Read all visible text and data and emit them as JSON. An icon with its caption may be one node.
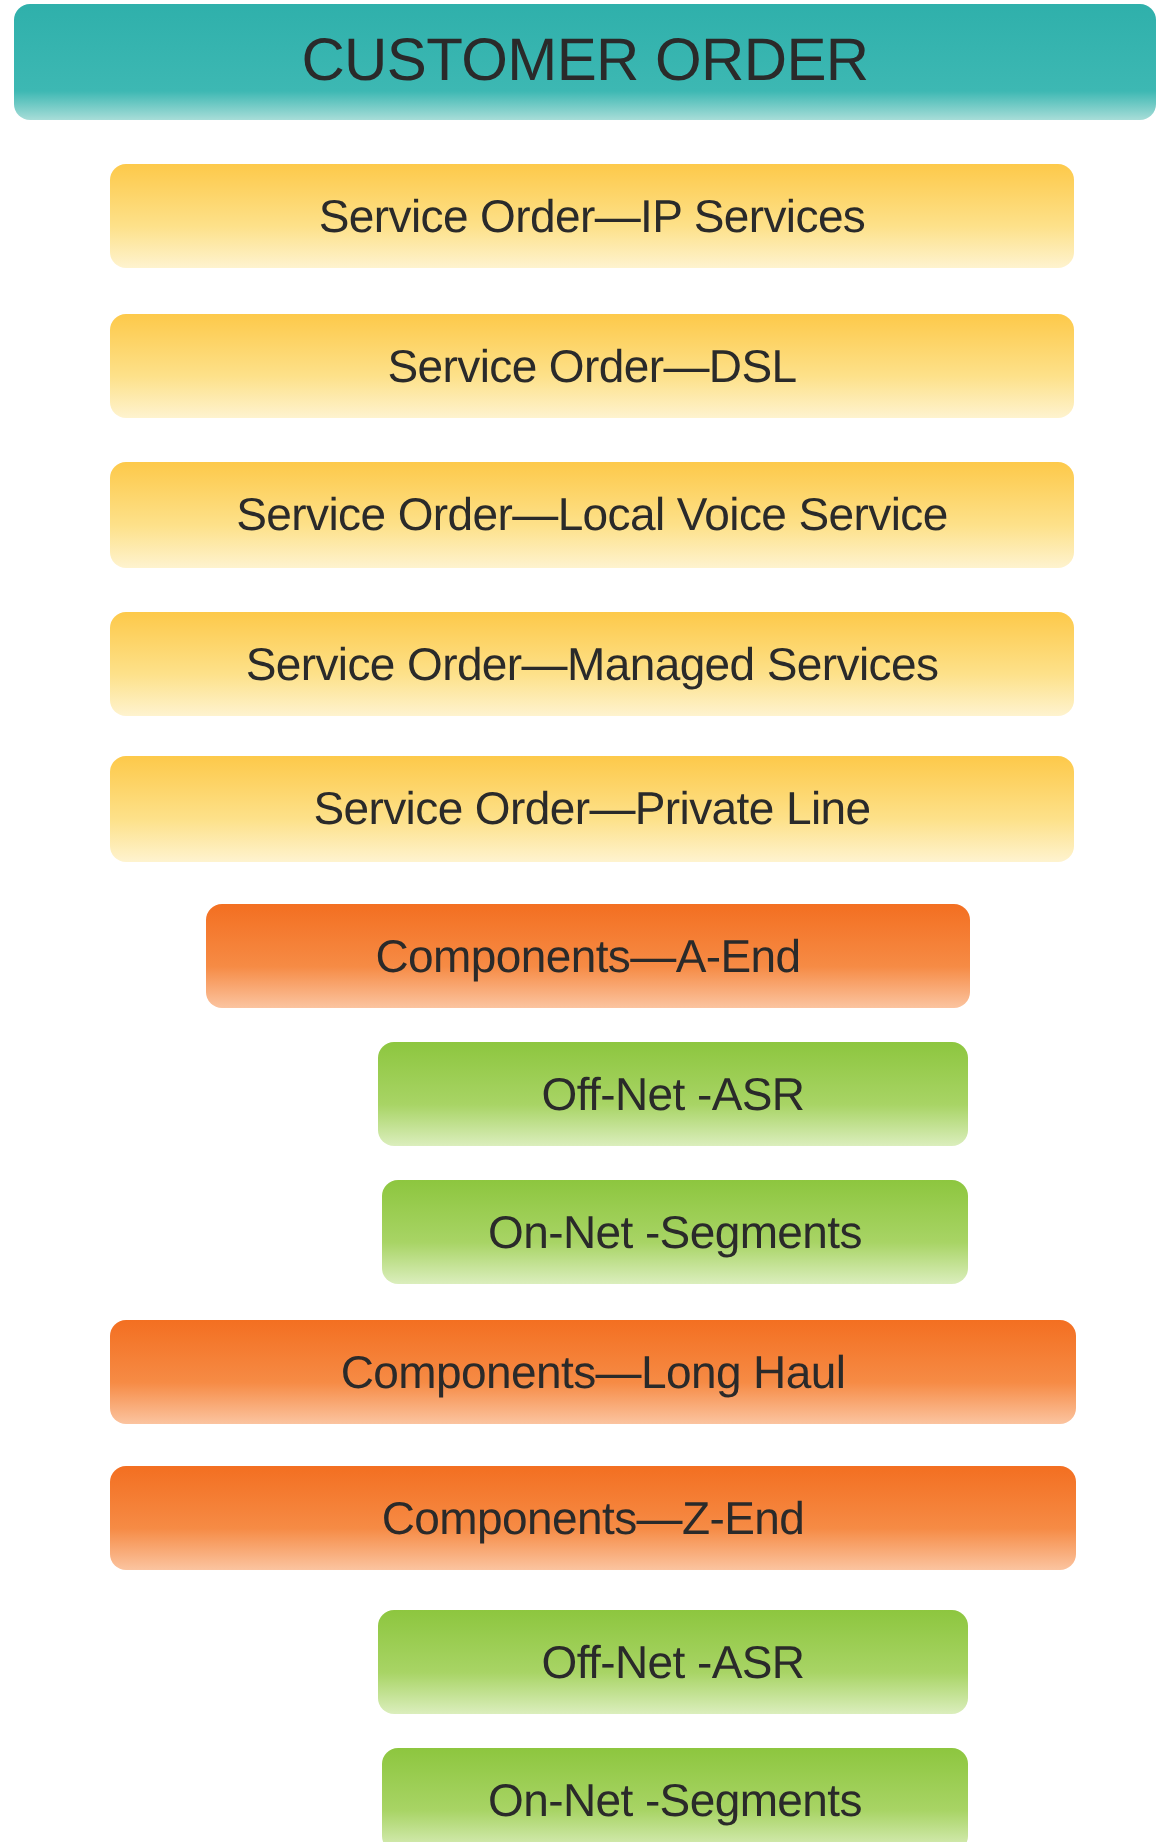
{
  "diagram": {
    "nodes": [
      {
        "text": [
          "CUSTOMER ORDER"
        ]
      },
      {
        "text": [
          "Service Order—IP Services"
        ]
      },
      {
        "text": [
          "Service Order—DSL"
        ]
      },
      {
        "text": [
          "Service Order—Local Voice Service"
        ]
      },
      {
        "text": [
          "Service Order—Managed Services"
        ]
      },
      {
        "text": [
          "Service Order—Private Line"
        ]
      },
      {
        "text": [
          "Components—A-End"
        ]
      },
      {
        "text": [
          "Off-Net -ASR"
        ]
      },
      {
        "text": [
          "On-Net -Segments"
        ]
      },
      {
        "text": [
          "Components—Long Haul"
        ]
      },
      {
        "text": [
          "Components—Z-End"
        ]
      },
      {
        "text": [
          "Off-Net -ASR"
        ]
      },
      {
        "text": [
          "On-Net -Segments"
        ]
      }
    ]
  }
}
